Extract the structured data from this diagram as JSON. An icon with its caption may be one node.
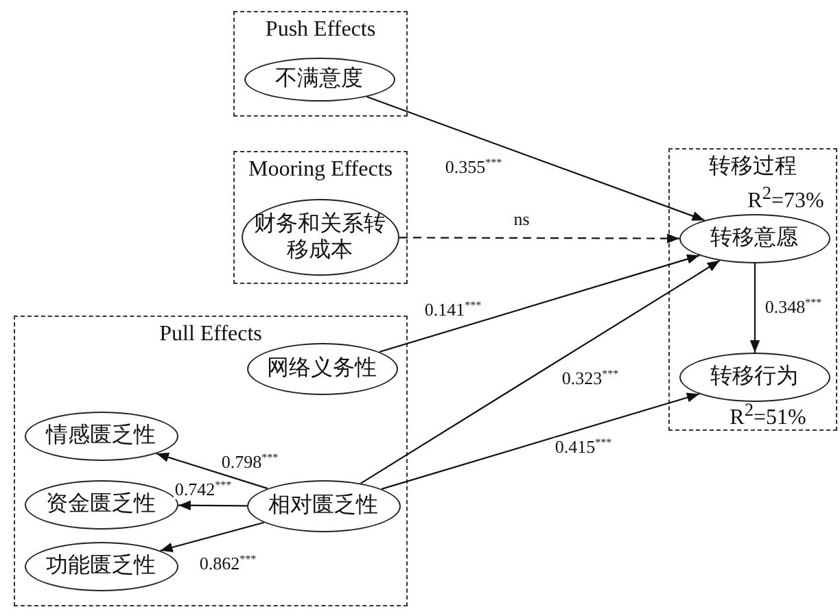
{
  "diagram": {
    "nodes": [
      {
        "text": [
          "Push Effects"
        ]
      },
      {
        "text": [
          "不满意度"
        ],
        "in": 0
      },
      {
        "text": [
          "Mooring Effects"
        ]
      },
      {
        "text": [
          "财务和关系转移成本"
        ],
        "in": 2
      },
      {
        "text": [
          "Pull Effects"
        ]
      },
      {
        "text": [
          "网络义务性"
        ],
        "in": 4
      },
      {
        "text": [
          "情感匮乏性"
        ],
        "in": 4
      },
      {
        "text": [
          "资金匮乏性"
        ],
        "in": 4
      },
      {
        "text": [
          "功能匮乏性"
        ],
        "in": 4
      },
      {
        "text": [
          "相对匮乏性"
        ],
        "in": 4
      },
      {
        "text": [
          "转移过程"
        ]
      },
      {
        "text": [
          "转移意愿"
        ],
        "in": 10,
        "beside": [
          "R$^{2}$=73%"
        ]
      },
      {
        "text": [
          "转移行为"
        ],
        "in": 10,
        "beside": [
          "R$^{2}$=51%"
        ]
      }
    ],
    "edges": [
      {
        "from": 1,
        "to": 11,
        "arrow": "to",
        "label": "0.355$^{***}$"
      },
      {
        "from": 3,
        "to": 11,
        "arrow": "to",
        "label": "ns",
        "style": "dashed"
      },
      {
        "from": 5,
        "to": 11,
        "arrow": "to",
        "label": "0.141$^{***}$"
      },
      {
        "from": 9,
        "to": 11,
        "arrow": "to",
        "label": "0.323$^{***}$"
      },
      {
        "from": 9,
        "to": 12,
        "arrow": "to",
        "label": "0.415$^{***}$"
      },
      {
        "from": 11,
        "to": 12,
        "arrow": "to",
        "label": "0.348$^{***}$"
      },
      {
        "from": 9,
        "to": 6,
        "arrow": "to",
        "label": "0.798$^{***}$"
      },
      {
        "from": 9,
        "to": 7,
        "arrow": "to",
        "label": "0.742$^{***}$"
      },
      {
        "from": 9,
        "to": 8,
        "arrow": "to",
        "label": "0.862$^{***}$"
      }
    ]
  }
}
